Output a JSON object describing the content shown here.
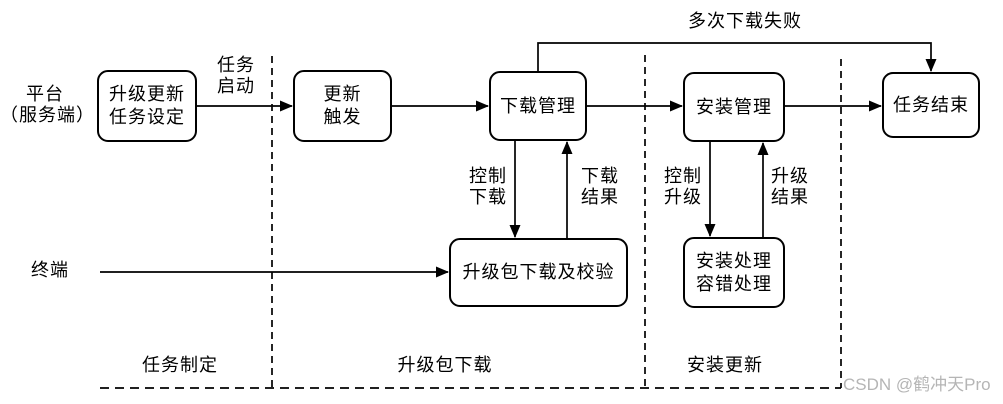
{
  "diagram": {
    "actors": {
      "platform": "平台\n（服务端）",
      "terminal": "终端"
    },
    "boxes": {
      "task_setting": "升级更新\n任务设定",
      "update_trigger": "更新\n触发",
      "download_mgmt": "下载管理",
      "install_mgmt": "安装管理",
      "task_end": "任务结束",
      "pkg_download": "升级包下载及校验",
      "install_handle": "安装处理\n容错处理"
    },
    "edge_labels": {
      "task_start": "任务\n启动",
      "control_download": "控制\n下载",
      "download_result": "下载\n结果",
      "control_upgrade": "控制\n升级",
      "upgrade_result": "升级\n结果",
      "multi_download_fail": "多次下载失败"
    },
    "phases": {
      "task_plan": "任务制定",
      "pkg_download": "升级包下载",
      "install_update": "安装更新"
    },
    "colors": {
      "line": "#000000",
      "background": "#ffffff",
      "watermark": "#b5b5b5"
    }
  },
  "watermark": {
    "text": "CSDN @鹤冲天Pro"
  }
}
